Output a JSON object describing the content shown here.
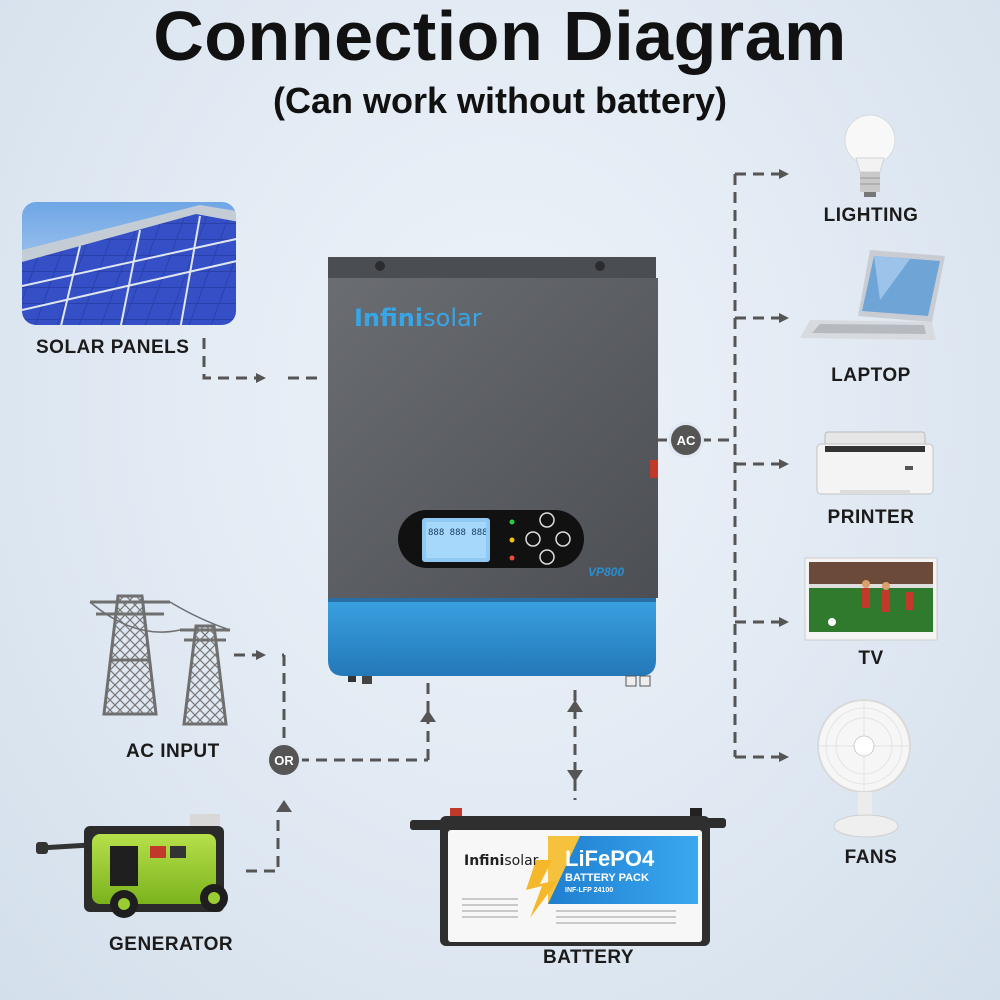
{
  "title": "Connection Diagram",
  "subtitle": "(Can work without battery)",
  "inverter": {
    "brand_a": "Infini",
    "brand_b": "solar",
    "model": "VP800",
    "lcd_line": "888 888 888"
  },
  "inputs": {
    "solar": "SOLAR PANELS",
    "ac_input": "AC INPUT",
    "generator": "GENERATOR",
    "or_badge": "OR",
    "battery": "BATTERY"
  },
  "outputs": {
    "ac_badge": "AC",
    "lighting": "LIGHTING",
    "laptop": "LAPTOP",
    "printer": "PRINTER",
    "tv": "TV",
    "fans": "FANS"
  },
  "battery_pack": {
    "brand_a": "Infini",
    "brand_b": "solar",
    "chemistry": "LiFePO4",
    "pack_label": "BATTERY PACK",
    "model_line": "INF-LFP 24100"
  },
  "colors": {
    "inverter_body": "#5b5e63",
    "inverter_bottom": "#2f93d4",
    "accent_blue": "#37a6e6",
    "connector": "#555555"
  }
}
